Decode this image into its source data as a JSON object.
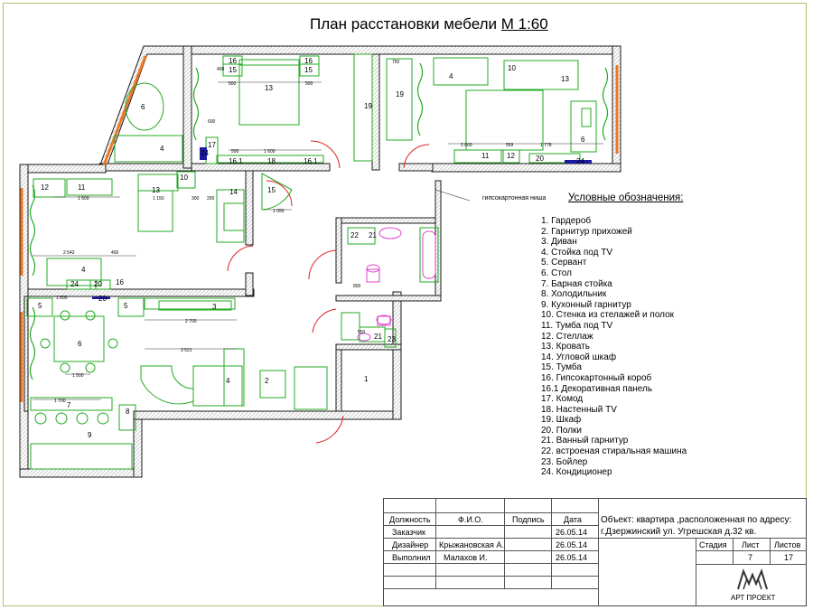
{
  "title": {
    "text": "План расстановки мебели",
    "scale": "М 1:60"
  },
  "colors": {
    "wall": "#1a1a1a",
    "hatch": "#b7b7b7",
    "furniture": "#22aa22",
    "window": "#ee7722",
    "pink": "#dd44cc",
    "blue": "#1a1aa0",
    "frame": "#a6c46a"
  },
  "legend": {
    "title": "Условные обозначения:",
    "items": [
      "1. Гардероб",
      "2. Гарнитур прихожей",
      "3. Диван",
      "4. Стойка под TV",
      "5. Сервант",
      "6. Стол",
      "7. Барная стойка",
      "8. Холодильник",
      "9. Кухонный гарнитур",
      "10. Стенка из стелажей и полок",
      "11. Тумба под TV",
      "12. Стеллаж",
      "13. Кровать",
      "14. Угловой шкаф",
      "15. Тумба",
      "16. Гипсокартонный короб",
      "16.1 Декоративная панель",
      "17. Комод",
      "18. Настенный TV",
      "19. Шкаф",
      "20. Полки",
      "21. Ванный гарнитур",
      "22. встроеная стиральная машина",
      "23. Бойлер",
      "24. Кондиционер"
    ]
  },
  "niche_label": "гипсокартонная ниша",
  "stamp": {
    "headers": {
      "position": "Должность",
      "name": "Ф.И.О.",
      "signature": "Подпись",
      "date": "Дата"
    },
    "rows": [
      {
        "position": "Заказчик",
        "name": "",
        "date": "26.05.14"
      },
      {
        "position": "Дизайнер",
        "name": "Крыжановская А.",
        "date": "26.05.14"
      },
      {
        "position": "Выполнил",
        "name": "Малахов И.",
        "date": "26.05.14"
      }
    ],
    "object_line1": "Объект: квартира ,расположенная по адресу:",
    "object_line2": "г.Дзержинский ул. Угрешская д.32 кв.",
    "stage_label": "Стадия",
    "sheet_label": "Лист",
    "sheets_label": "Листов",
    "stage": "",
    "sheet": "7",
    "sheets": "17",
    "logo_text": "АРТ ПРОЕКТ"
  },
  "plan": {
    "labels": [
      "16",
      "15",
      "13",
      "16",
      "15",
      "6",
      "4",
      "17",
      "24",
      "16.1",
      "18",
      "16.1",
      "19",
      "19",
      "4",
      "10",
      "13",
      "6",
      "11",
      "12",
      "20",
      "24",
      "12",
      "11",
      "10",
      "13",
      "14",
      "15",
      "22",
      "21",
      "4",
      "24",
      "20",
      "16",
      "20",
      "5",
      "5",
      "3",
      "6",
      "21",
      "23",
      "4",
      "2",
      "1",
      "7",
      "8",
      "9"
    ],
    "dims": [
      "400",
      "500",
      "1 600",
      "500",
      "2 000",
      "559",
      "1 778",
      "1 500",
      "1 150",
      "300",
      "200",
      "600",
      "2 542",
      "400",
      "1 600",
      "2 700",
      "3 521",
      "1 500",
      "1 700",
      "550",
      "800",
      "750",
      "500",
      "1 050"
    ]
  }
}
